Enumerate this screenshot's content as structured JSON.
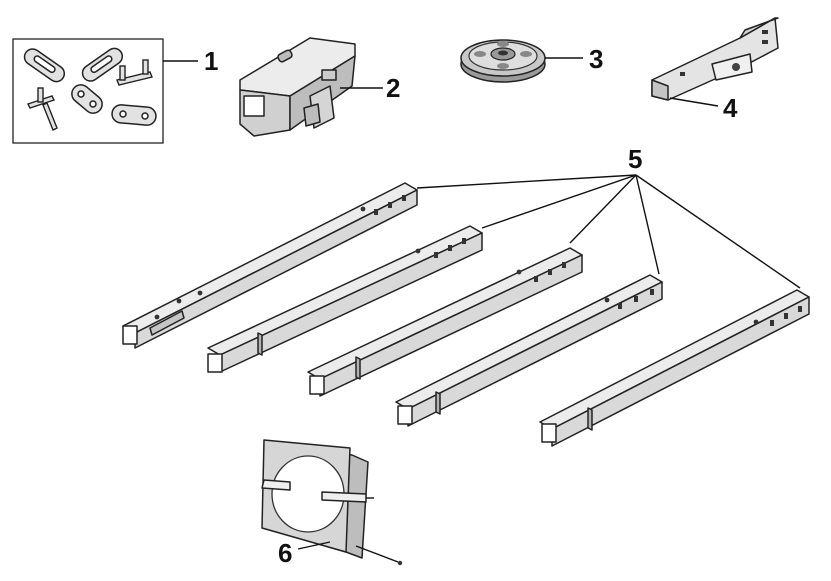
{
  "callouts": [
    {
      "id": "1",
      "label": "1"
    },
    {
      "id": "2",
      "label": "2"
    },
    {
      "id": "3",
      "label": "3"
    },
    {
      "id": "4",
      "label": "4"
    },
    {
      "id": "5",
      "label": "5"
    },
    {
      "id": "6",
      "label": "6"
    }
  ],
  "colors": {
    "line": "#222222",
    "fill_light": "#ececec",
    "fill_mid": "#d9d9d9",
    "fill_dark": "#b3b3b3",
    "background": "#ffffff"
  },
  "icons": [
    "hardware-bag-icon",
    "trolley-icon",
    "pulley-icon",
    "header-bracket-icon",
    "rail-section-icon",
    "manual-icon"
  ]
}
